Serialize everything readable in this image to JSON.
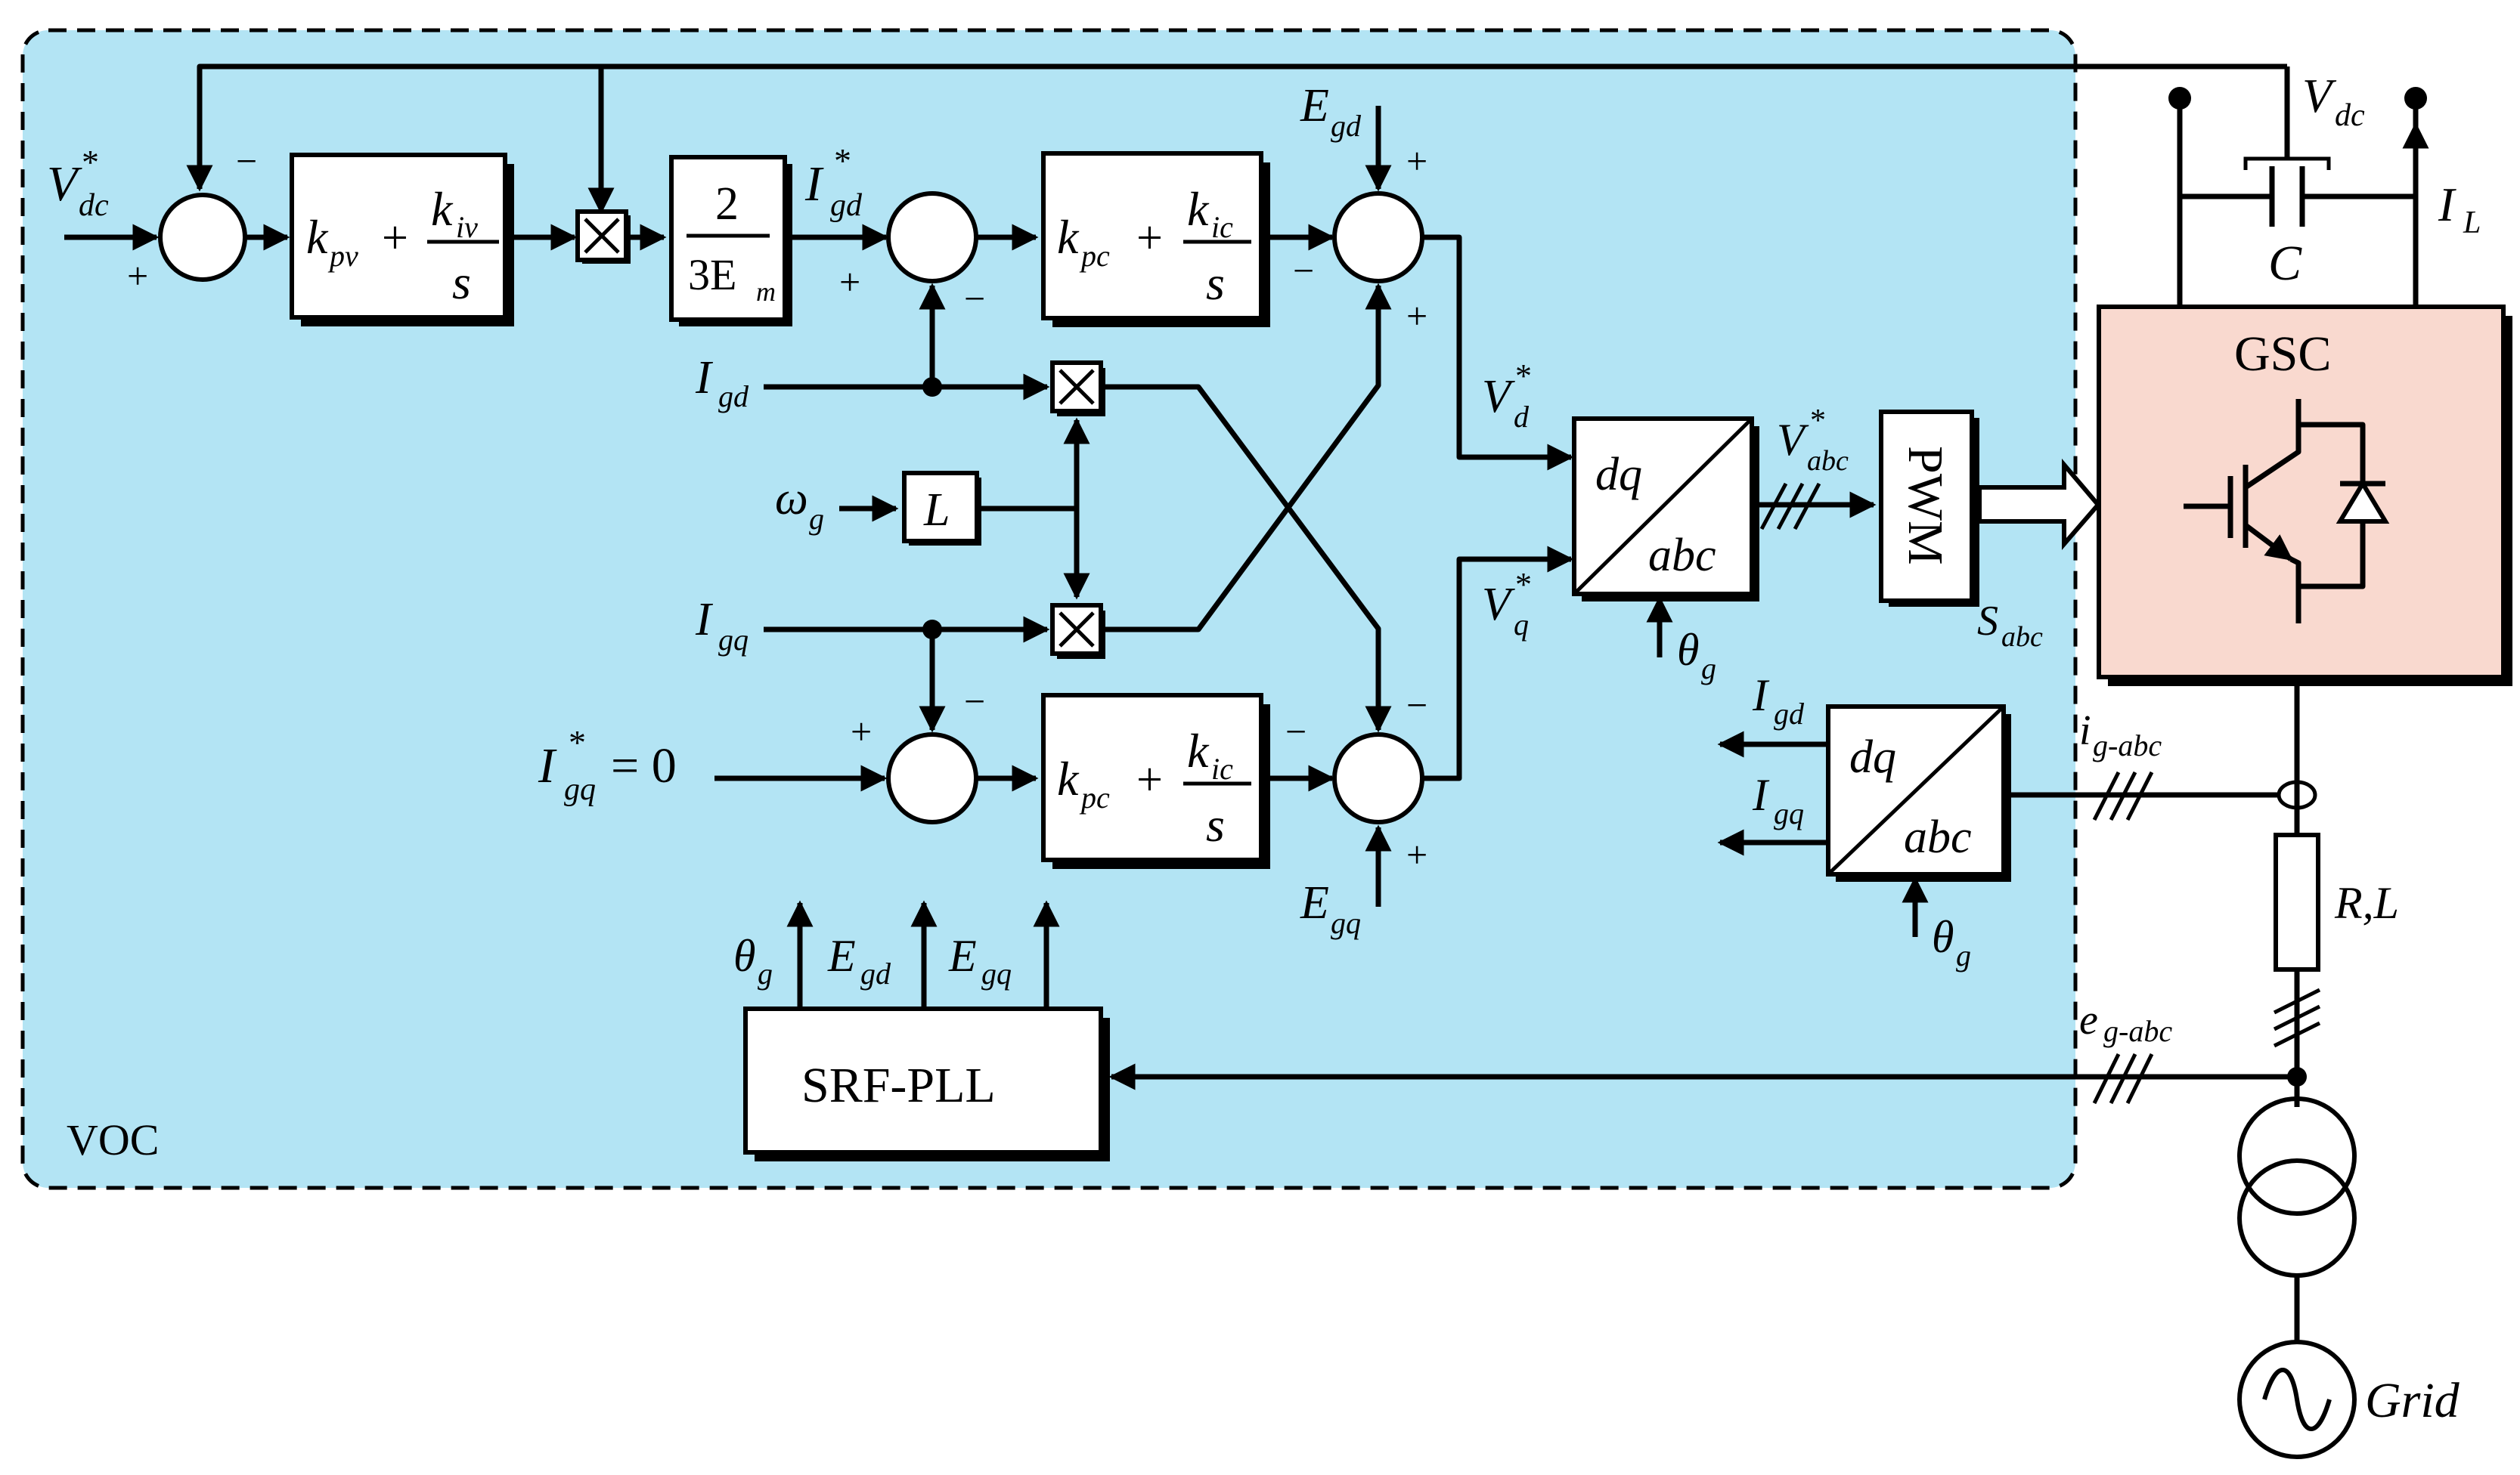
{
  "colors": {
    "voc_background": "#b3e4f4",
    "gsc_background": "#f9d9cf",
    "line": "#000000"
  },
  "voc": {
    "label": "VOC"
  },
  "gsc": {
    "label": "GSC"
  },
  "pwm": {
    "label": "PWM"
  },
  "pll": {
    "label": "SRF-PLL"
  },
  "grid": {
    "label": "Grid"
  },
  "blocks": {
    "voltage_pi": {
      "k1": "k",
      "k1_sub": "pv",
      "plus": "+",
      "k2": "k",
      "k2_sub": "iv",
      "den": "s"
    },
    "gain": {
      "num": "2",
      "den": "3E",
      "den_sub": "m"
    },
    "current_pi_d": {
      "k1": "k",
      "k1_sub": "pc",
      "plus": "+",
      "k2": "k",
      "k2_sub": "ic",
      "den": "s"
    },
    "current_pi_q": {
      "k1": "k",
      "k1_sub": "pc",
      "plus": "+",
      "k2": "k",
      "k2_sub": "ic",
      "den": "s"
    },
    "inductance": "L",
    "dq_abc_top": {
      "top": "dq",
      "bottom": "abc"
    },
    "dq_abc_bottom": {
      "top": "dq",
      "bottom": "abc"
    }
  },
  "signals": {
    "vdc_ref": {
      "main": "V",
      "sub": "dc",
      "sup": "*"
    },
    "igd_ref": {
      "main": "I",
      "sub": "gd",
      "sup": "*"
    },
    "igq_ref": {
      "main": "I",
      "sub": "gq",
      "sup": "*",
      "tail": "= 0"
    },
    "igd": {
      "main": "I",
      "sub": "gd"
    },
    "igq": {
      "main": "I",
      "sub": "gq"
    },
    "omega": {
      "main": "ω",
      "sub": "g"
    },
    "egd": {
      "main": "E",
      "sub": "gd"
    },
    "egq": {
      "main": "E",
      "sub": "gq"
    },
    "vd_ref": {
      "main": "V",
      "sub": "d",
      "sup": "*"
    },
    "vq_ref": {
      "main": "V",
      "sub": "q",
      "sup": "*"
    },
    "vabc_ref": {
      "main": "V",
      "sub": "abc",
      "sup": "*"
    },
    "sabc": {
      "main": "S",
      "sub": "abc"
    },
    "theta": {
      "main": "θ",
      "sub": "g"
    },
    "vdc": {
      "main": "V",
      "sub": "dc"
    },
    "il": {
      "main": "I",
      "sub": "L"
    },
    "cap": "C",
    "rl": "R,L",
    "ig_abc": {
      "main": "i",
      "sub": "g-abc"
    },
    "eg_abc": {
      "main": "e",
      "sub": "g-abc"
    }
  },
  "signs": {
    "plus": "+",
    "minus": "−"
  }
}
